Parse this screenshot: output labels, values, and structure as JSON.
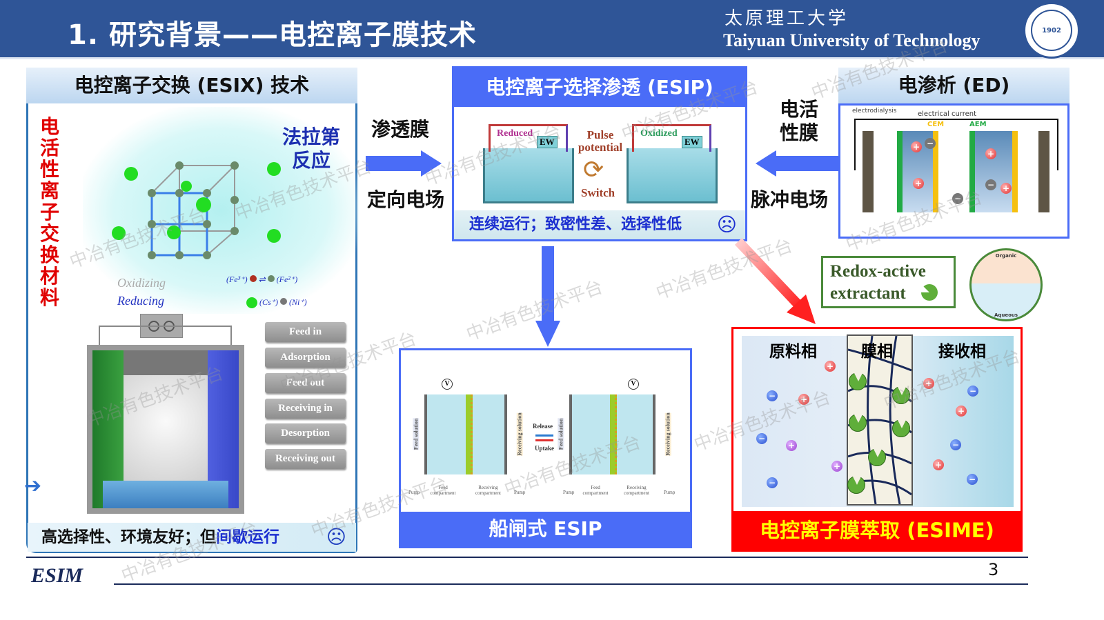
{
  "header": {
    "title": "1. 研究背景——电控离子膜技术",
    "university_cn": "太原理工大学",
    "university_en": "Taiyuan University of Technology",
    "logo_text": "1902"
  },
  "esix": {
    "title": "电控离子交换 (ESIX) 技术",
    "side_label": "电活性离子交换材料",
    "faraday": "法拉第反应",
    "oxidizing": "Oxidizing",
    "reducing": "Reducing",
    "legend_fe3": "(Fe³⁺)",
    "legend_fe2": "(Fe²⁺)",
    "legend_cs": "(Cs⁺)",
    "legend_ni": "(Ni⁺)",
    "steps": [
      "Feed in",
      "Adsorption",
      "Feed out",
      "Receiving in",
      "Desorption",
      "Receiving out"
    ],
    "summary_prefix": "高选择性、环境友好；但",
    "summary_highlight": "间歇运行",
    "sad_icon": "sad-face-icon"
  },
  "middle_left": {
    "label_top": "渗透膜",
    "label_bottom": "定向电场"
  },
  "esip": {
    "title": "电控离子选择渗透 (ESIP)",
    "reduced": "Reduced",
    "oxidized": "Oxidized",
    "ew": "EW",
    "pulse": "Pulse potential",
    "switch": "Switch",
    "summary": "连续运行；致密性差、选择性低",
    "sad_icon": "sad-face-icon"
  },
  "middle_right": {
    "label_top": "电活性膜",
    "label_bottom": "脉冲电场"
  },
  "ed": {
    "title": "电渗析 (ED)",
    "caption": "electrodialysis",
    "current": "electrical current",
    "cem": "CEM",
    "aem": "AEM"
  },
  "redox": {
    "label": "Redox-active extractant",
    "organic": "Organic",
    "aqueous": "Aqueous"
  },
  "boat_esip": {
    "title": "船闸式 ESIP",
    "feed_solution": "Feed solution",
    "receiving_solution": "Receiving solution",
    "release": "Release",
    "uptake": "Uptake",
    "pump": "Pump",
    "feed_compartment": "Feed compartment",
    "receiving_compartment": "Receiving compartment",
    "voltmeter": "V"
  },
  "esime": {
    "title": "电控离子膜萃取 (ESIME)",
    "phase_feed": "原料相",
    "phase_membrane": "膜相",
    "phase_receiving": "接收相"
  },
  "footer": {
    "brand": "ESIM",
    "page": "3"
  },
  "watermark": "中冶有色技术平台",
  "colors": {
    "header": "#2f5597",
    "accent_blue": "#4a6cf7",
    "red": "#ff0000",
    "yellow": "#ffff00"
  }
}
